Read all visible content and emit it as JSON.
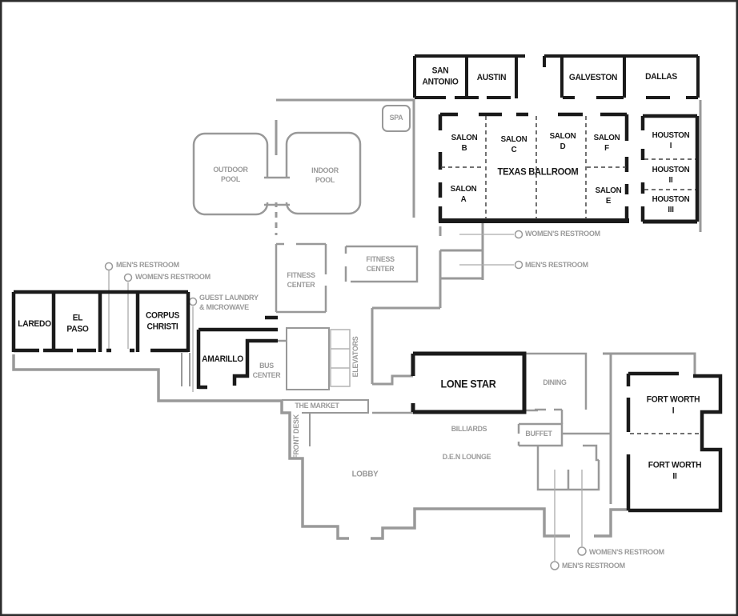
{
  "colors": {
    "wall_black": "#1a1a1a",
    "wall_gray": "#999999",
    "label_gray": "#9a9a9a"
  },
  "labels": {
    "san_antonio": {
      "text": "SAN\nANTONIO"
    },
    "austin": {
      "text": "AUSTIN"
    },
    "galveston": {
      "text": "GALVESTON"
    },
    "dallas": {
      "text": "DALLAS"
    },
    "salon_b": {
      "text": "SALON\nB"
    },
    "salon_c": {
      "text": "SALON\nC"
    },
    "salon_d": {
      "text": "SALON\nD"
    },
    "salon_f": {
      "text": "SALON\nF"
    },
    "texas_ballroom": {
      "text": "TEXAS BALLROOM"
    },
    "salon_a": {
      "text": "SALON\nA"
    },
    "salon_e": {
      "text": "SALON\nE"
    },
    "houston_1": {
      "text": "HOUSTON\nI"
    },
    "houston_2": {
      "text": "HOUSTON\nII"
    },
    "houston_3": {
      "text": "HOUSTON\nIII"
    },
    "spa": {
      "text": "SPA"
    },
    "outdoor_pool": {
      "text": "OUTDOOR\nPOOL"
    },
    "indoor_pool": {
      "text": "INDOOR\nPOOL"
    },
    "womens_restroom_top": {
      "text": "WOMEN'S RESTROOM"
    },
    "mens_restroom_top": {
      "text": "MEN'S RESTROOM"
    },
    "mens_restroom_left": {
      "text": "MEN'S RESTROOM"
    },
    "womens_restroom_left": {
      "text": "WOMEN'S RESTROOM"
    },
    "guest_laundry": {
      "text": "GUEST LAUNDRY\n& MICROWAVE"
    },
    "fitness_center_a": {
      "text": "FITNESS\nCENTER"
    },
    "fitness_center_b": {
      "text": "FITNESS\nCENTER"
    },
    "laredo": {
      "text": "LAREDO"
    },
    "el_paso": {
      "text": "EL\nPASO"
    },
    "corpus_christi": {
      "text": "CORPUS\nCHRISTI"
    },
    "amarillo": {
      "text": "AMARILLO"
    },
    "bus_center": {
      "text": "BUS\nCENTER"
    },
    "elevators": {
      "text": "ELEVATORS"
    },
    "the_market": {
      "text": "THE MARKET"
    },
    "front_desk": {
      "text": "FRONT DESK"
    },
    "lobby": {
      "text": "LOBBY"
    },
    "lone_star": {
      "text": "LONE STAR"
    },
    "dining": {
      "text": "DINING"
    },
    "billiards": {
      "text": "BILLIARDS"
    },
    "den_lounge": {
      "text": "D.E.N LOUNGE"
    },
    "buffet": {
      "text": "BUFFET"
    },
    "fort_worth_1": {
      "text": "FORT WORTH\nI"
    },
    "fort_worth_2": {
      "text": "FORT WORTH\nII"
    },
    "womens_restroom_bottom": {
      "text": "WOMEN'S RESTROOM"
    },
    "mens_restroom_bottom": {
      "text": "MEN'S RESTROOM"
    }
  }
}
